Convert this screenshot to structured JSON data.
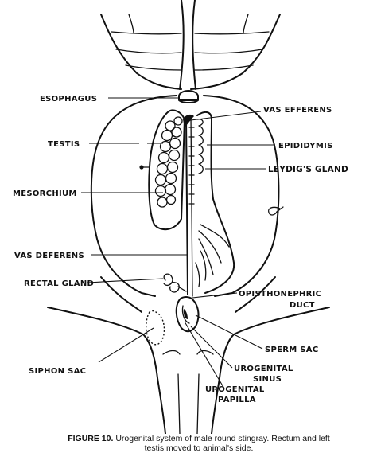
{
  "labels": {
    "esophagus": "ESOPHAGUS",
    "vas_efferens": "VAS EFFERENS",
    "testis": "TESTIS",
    "epididymis": "EPIDIDYMIS",
    "leydigs_gland": "LEYDIG'S GLAND",
    "mesorchium": "MESORCHIUM",
    "vas_deferens": "VAS DEFERENS",
    "rectal_gland": "RECTAL GLAND",
    "opisthonephric_1": "OPISTHONEPHRIC",
    "opisthonephric_2": "DUCT",
    "sperm_sac": "SPERM SAC",
    "siphon_sac": "SIPHON SAC",
    "urogenital_sinus_1": "UROGENITAL",
    "urogenital_sinus_2": "SINUS",
    "urogenital_papilla_1": "UROGENITAL",
    "urogenital_papilla_2": "PAPILLA"
  },
  "caption": {
    "figure": "FIGURE 10.",
    "line1": "Urogenital system of male round stingray. Rectum and left",
    "line2": "testis moved to animal's side."
  }
}
